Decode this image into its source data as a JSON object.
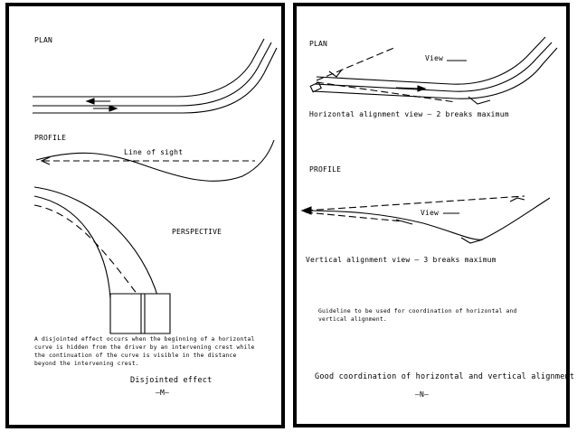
{
  "panel_m": {
    "plan_label": "PLAN",
    "profile_label": "PROFILE",
    "line_of_sight_label": "Line of sight",
    "perspective_label": "PERSPECTIVE",
    "description": "A disjointed effect occurs when the beginning of a horizontal curve is hidden from the driver by an intervening crest while the continuation of the curve is visible in the distance beyond the intervening crest.",
    "title": "Disjointed effect",
    "letter": "–M–"
  },
  "panel_n": {
    "plan_label": "PLAN",
    "plan_view_label": "View",
    "horizontal_caption": "Horizontal alignment view – 2 breaks maximum",
    "profile_label": "PROFILE",
    "profile_view_label": "View",
    "vertical_caption": "Vertical alignment view – 3 breaks maximum",
    "guideline": "Guideline to be used for coordination of horizontal and vertical alignment.",
    "title": "Good coordination of horizontal and vertical alignment",
    "letter": "–N–"
  }
}
